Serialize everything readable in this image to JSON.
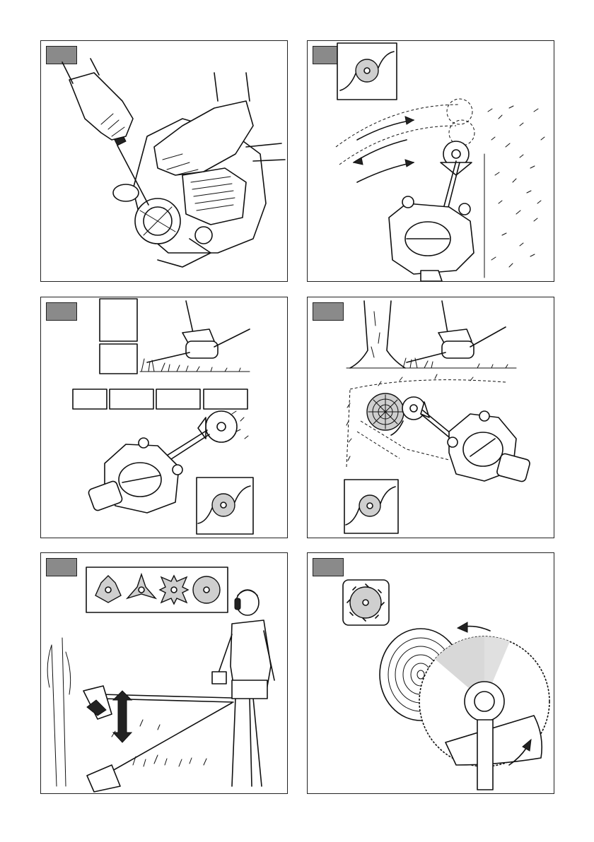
{
  "page": {
    "background": "#ffffff"
  },
  "colors": {
    "line": "#111111",
    "tag_fill": "#8a8a8a",
    "blade_gray": "#cfcfcf"
  },
  "panels": [
    {
      "id": "1",
      "icons": [
        "gloved-hands-icon",
        "screwdriver-icon",
        "engine-icon"
      ]
    },
    {
      "id": "2",
      "icons": [
        "trimmer-head-icon",
        "sweep-arrows-icon",
        "operator-icon"
      ]
    },
    {
      "id": "3",
      "icons": [
        "trimmer-head-icon",
        "grass-icon",
        "operator-icon"
      ]
    },
    {
      "id": "4",
      "icons": [
        "trimmer-head-icon",
        "tree-icon",
        "operator-icon"
      ]
    },
    {
      "id": "5",
      "icons": [
        "blade-set-icon",
        "operator-icon",
        "height-arrow-icon"
      ]
    },
    {
      "id": "6",
      "icons": [
        "saw-blade-icon",
        "log-icon",
        "rotation-arrow-icon"
      ]
    }
  ]
}
